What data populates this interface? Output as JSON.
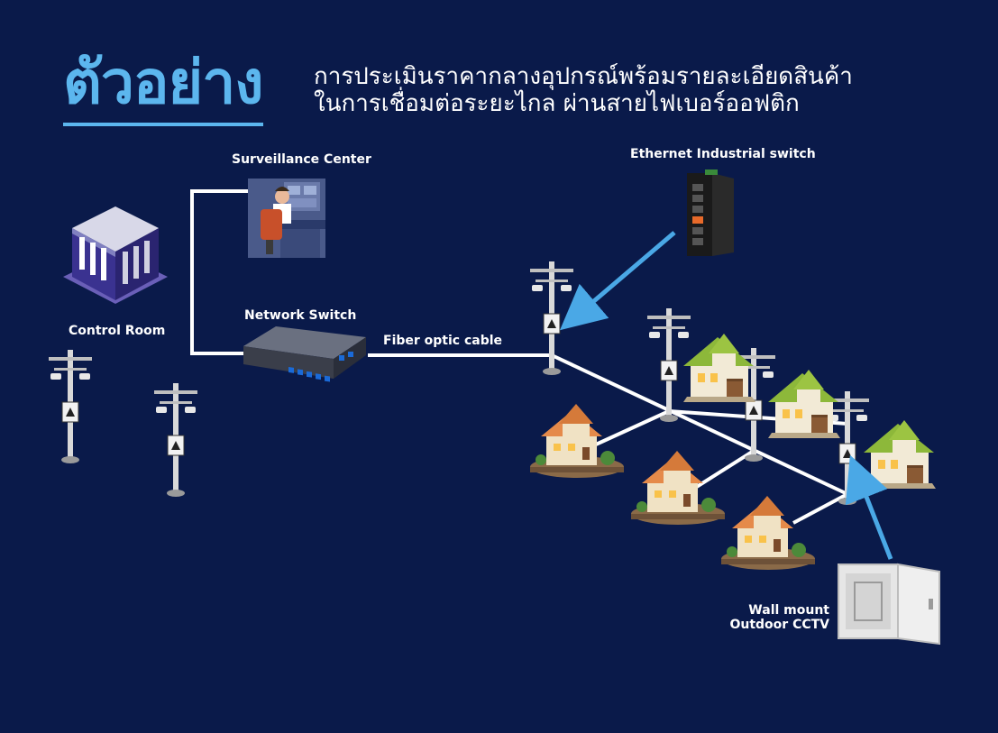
{
  "title": {
    "main": "ตัวอย่าง",
    "sub_line1": "การประเมินราคากลางอุปกรณ์พร้อมรายละเอียดสินค้า",
    "sub_line2": "ในการเชื่อมต่อระยะไกล ผ่านสายไฟเบอร์ออฟติก"
  },
  "labels": {
    "surveillance_center": "Surveillance Center",
    "control_room": "Control Room",
    "network_switch": "Network Switch",
    "fiber_optic_cable": "Fiber optic cable",
    "ethernet_industrial_switch": "Ethernet Industrial switch",
    "wall_mount_line1": "Wall mount",
    "wall_mount_line2": "Outdoor CCTV"
  },
  "colors": {
    "background": "#0a1a4a",
    "accent": "#5cb6ee",
    "cable": "#ffffff",
    "arrow": "#4aa8e6"
  },
  "icons": [
    "building-icon",
    "operator-desk-icon",
    "network-switch-icon",
    "industrial-switch-icon",
    "cctv-pole-icon",
    "house-icon",
    "wall-cabinet-icon"
  ]
}
